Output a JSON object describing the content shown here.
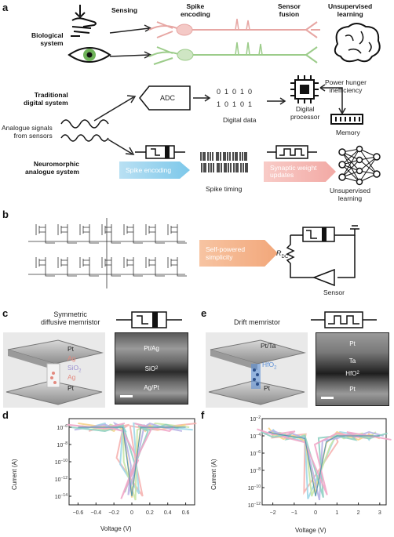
{
  "panel_letters": {
    "a": "a",
    "b": "b",
    "c": "c",
    "d": "d",
    "e": "e",
    "f": "f"
  },
  "panel_a": {
    "header_sensing": "Sensing",
    "header_spike_encoding": "Spike\nencoding",
    "header_sensor_fusion": "Sensor\nfusion",
    "header_unsupervised": "Unsupervised\nlearning",
    "biological": "Biological\nsystem",
    "traditional": "Traditional\ndigital system",
    "adc": "ADC",
    "bits_row1": "0  1  0  1  0",
    "bits_row2": "1  0  1  0  1",
    "digital_data": "Digital data",
    "digital_processor": "Digital\nprocessor",
    "power_hunger": "Power hunger\ninefficiency",
    "memory": "Memory",
    "analogue_signals": "Analogue signals\nfrom sensors",
    "neuromorphic": "Neuromorphic\nanalogue system",
    "spike_encoding_band": "Spike encoding",
    "spike_timing": "Spike timing",
    "synaptic_band": "Synaptic weight\nupdates",
    "unsupervised_learning": "Unsupervised\nlearning"
  },
  "panel_b": {
    "self_powered": "Self-powered\nsimplicity",
    "r_dc": "R",
    "r_dc_sub": "DC",
    "sensor": "Sensor"
  },
  "panel_c": {
    "title": "Symmetric\ndiffusive memristor",
    "pt_top": "Pt",
    "ag_top": "Ag",
    "sio2": "SiO",
    "sio2_sub": "2",
    "ag_bottom": "Ag",
    "pt_bottom": "Pt",
    "tem_top": "Pt/Ag",
    "tem_mid": "SiO",
    "tem_mid_sub": "2",
    "tem_bot": "Ag/Pt"
  },
  "panel_e": {
    "title": "Drift memristor",
    "pt_ta": "Pt/Ta",
    "hfo2": "HfO",
    "hfo2_sub": "2",
    "pt": "Pt",
    "tem_pt": "Pt",
    "tem_ta": "Ta",
    "tem_hfo2": "HfO",
    "tem_hfo2_sub": "2",
    "tem_bot": "Pt"
  },
  "colors": {
    "cyan_band": "#7dc8ea",
    "pink_band": "#f2a9a4",
    "orange_band": "#f2a77a",
    "neuron_green": "#9ccc8a",
    "neuron_pink": "#e7a6a3",
    "ag_color": "#e38a7f",
    "sio2_color": "#9b8fd0",
    "hfo2_color": "#5b8fd6"
  },
  "chart_data": [
    {
      "type": "line",
      "panel": "d",
      "xlabel": "Voltage (V)",
      "ylabel": "Current (A)",
      "yscale": "log",
      "xlim": [
        -0.7,
        0.7
      ],
      "ylim": [
        1e-15,
        1e-05
      ],
      "xticks": [
        "−0.6",
        "−0.4",
        "−0.2",
        "0",
        "0.2",
        "0.4",
        "0.6"
      ],
      "yticks": [
        "10^-6",
        "10^-8",
        "10^-10",
        "10^-12",
        "10^-14"
      ],
      "series": [
        {
          "x": [
            -0.6,
            -0.3,
            -0.2,
            -0.15,
            -0.1,
            -0.05,
            0,
            0.05,
            0.1,
            0.15,
            0.2,
            0.3,
            0.6
          ],
          "y": [
            1e-06,
            1e-06,
            1e-06,
            1e-06,
            1e-06,
            1e-10,
            1e-14,
            1e-10,
            1e-06,
            1e-06,
            1e-06,
            1e-06,
            1e-06
          ]
        }
      ]
    },
    {
      "type": "line",
      "panel": "f",
      "xlabel": "Voltage (V)",
      "ylabel": "Current (A)",
      "yscale": "log",
      "xlim": [
        -2.5,
        3.3
      ],
      "ylim": [
        1e-12,
        0.01
      ],
      "xticks": [
        "−2",
        "−1",
        "0",
        "1",
        "2",
        "3"
      ],
      "yticks": [
        "10^-2",
        "10^-4",
        "10^-6",
        "10^-8",
        "10^-10",
        "10^-12"
      ],
      "series": [
        {
          "x": [
            -2.2,
            -2,
            -1.5,
            -1,
            -0.5,
            0,
            0.5,
            1,
            1.5,
            2,
            2.5,
            3
          ],
          "y": [
            0.0003,
            0.0002,
            0.00012,
            8e-05,
            5e-05,
            1e-11,
            2e-05,
            0.0001,
            0.0001,
            0.0001,
            0.0001,
            0.0001
          ]
        }
      ]
    }
  ]
}
